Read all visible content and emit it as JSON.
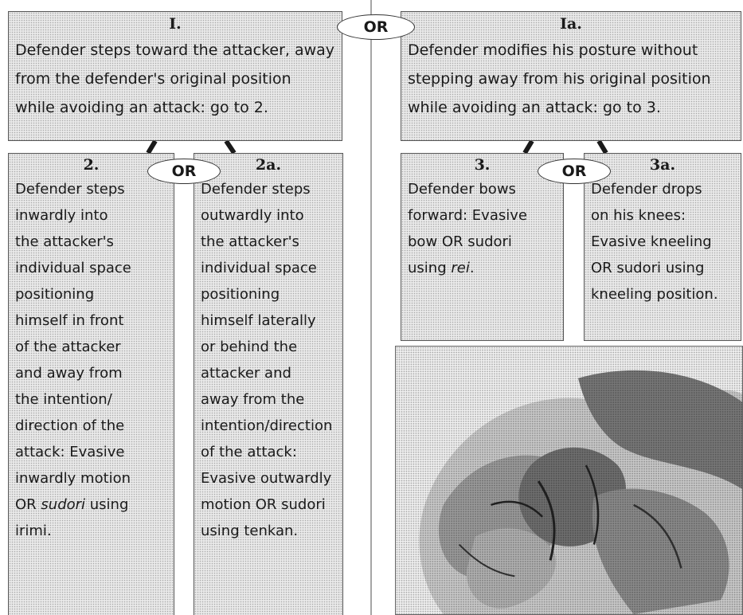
{
  "step1": {
    "number": "I.",
    "text": "Defender steps toward the attacker, away from the defender's original position while avoiding an attack: go to 2."
  },
  "step1a": {
    "number": "Ia.",
    "text": "Defender modifies his posture without stepping away from his original position while avoiding an attack: go to 3."
  },
  "step2": {
    "number": "2.",
    "lines": [
      "Defender steps",
      "inwardly into",
      "the attacker's",
      "individual space",
      "positioning",
      "himself in front",
      "of the attacker",
      "and away from",
      "the intention/",
      "direction of the",
      "attack: Evasive",
      "inwardly motion",
      "OR ",
      "irimi."
    ],
    "italic_word": "sudori",
    "after_italic": " using"
  },
  "step2a": {
    "number": "2a.",
    "lines": [
      "Defender steps",
      "outwardly into",
      "the attacker's",
      "individual space",
      "positioning",
      "himself laterally",
      "or behind the",
      "attacker and",
      "away from the",
      "intention/direction",
      "of the attack:",
      "Evasive outwardly",
      "motion OR sudori",
      "using tenkan."
    ]
  },
  "step3": {
    "number": "3.",
    "lines": [
      "Defender bows",
      "forward: Evasive",
      "bow OR sudori",
      "using "
    ],
    "italic_word": "rei",
    "after_italic": "."
  },
  "step3a": {
    "number": "3a.",
    "lines": [
      "Defender drops",
      "on his knees:",
      "Evasive kneeling",
      "OR sudori using",
      "kneeling position."
    ]
  },
  "or_labels": {
    "top": "OR",
    "left": "OR",
    "right": "OR"
  },
  "colors": {
    "box_fill": "#e9e9e9",
    "border": "#555555",
    "connector": "#1a1a1a"
  }
}
